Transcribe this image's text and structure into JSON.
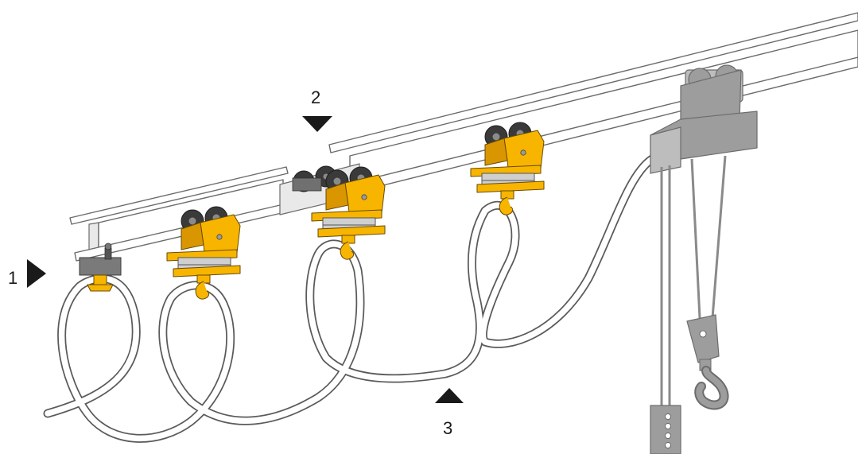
{
  "callouts": [
    {
      "id": "1",
      "label": "1",
      "pointer": "triangle-right"
    },
    {
      "id": "2",
      "label": "2",
      "pointer": "triangle-down"
    },
    {
      "id": "3",
      "label": "3",
      "pointer": "triangle-up"
    }
  ],
  "colors": {
    "trolley": "#f7b500",
    "wheel": "#3a3a3a",
    "rail": "#ffffff",
    "hoist": "#9d9d9d",
    "cable": "#ffffff",
    "marker": "#1a1a1a"
  },
  "icons": {
    "end-clamp": "end-clamp-icon",
    "cable-trolley": "cable-trolley-icon",
    "towing-trolley": "towing-trolley-icon",
    "hoist": "electric-chain-hoist-icon",
    "hook": "hook-icon",
    "pendant": "pendant-control-icon"
  }
}
